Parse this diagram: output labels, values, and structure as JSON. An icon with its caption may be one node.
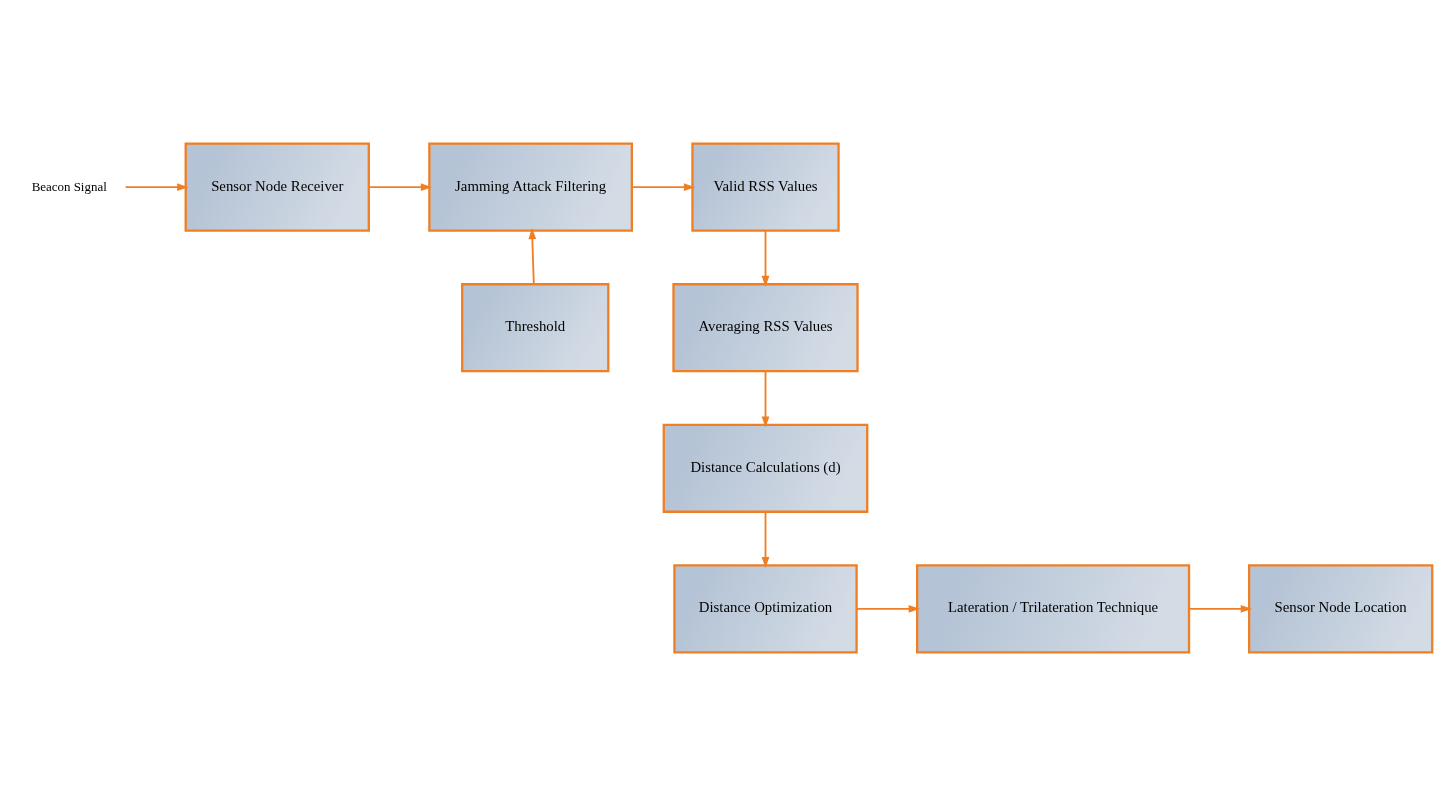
{
  "diagram": {
    "nodes": [
      {
        "text": [
          "Beacon Signal"
        ]
      },
      {
        "text": [
          "Sensor Node Receiver"
        ]
      },
      {
        "text": [
          "Jamming Attack Filtering"
        ]
      },
      {
        "text": [
          "Valid RSS Values"
        ]
      },
      {
        "text": [
          "Averaging RSS Values"
        ]
      },
      {
        "text": [
          "Threshold"
        ]
      },
      {
        "text": [
          "Distance Calculations (d)"
        ]
      },
      {
        "text": [
          "Sensor Node Location"
        ]
      },
      {
        "text": [
          "Lateration / Trilateration Technique"
        ]
      },
      {
        "text": [
          "Distance Optimization"
        ]
      }
    ],
    "edges": [
      {
        "from": 0,
        "to": 1,
        "arrow": "to"
      },
      {
        "from": 1,
        "to": 2,
        "arrow": "to"
      },
      {
        "from": 2,
        "to": 3,
        "arrow": "to"
      },
      {
        "from": 5,
        "to": 2,
        "arrow": "to"
      },
      {
        "from": 3,
        "to": 4,
        "arrow": "to"
      },
      {
        "from": 4,
        "to": 6,
        "arrow": "to"
      },
      {
        "from": 6,
        "to": 9,
        "arrow": "to"
      },
      {
        "from": 9,
        "to": 8,
        "arrow": "to"
      },
      {
        "from": 8,
        "to": 7,
        "arrow": "to"
      }
    ]
  }
}
